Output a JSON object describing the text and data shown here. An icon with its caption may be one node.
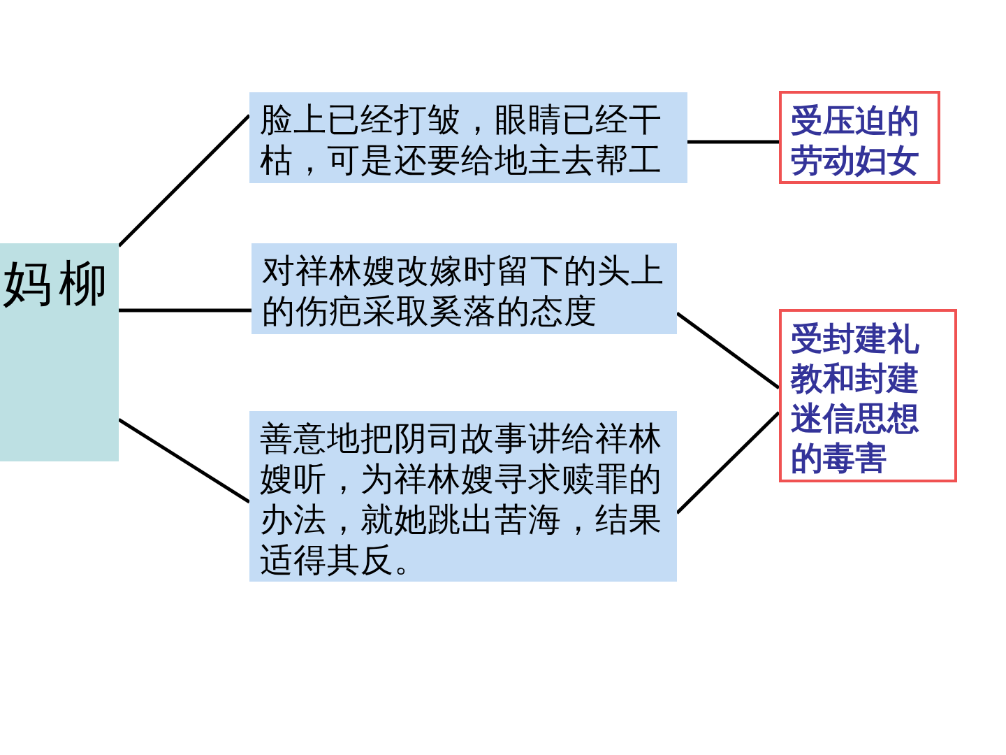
{
  "diagram": {
    "nodes": [
      {
        "text": [
          "妈柳"
        ]
      },
      {
        "text": [
          "脸上已经打皱，眼睛已经干枯，可是还要给地主去帮工"
        ]
      },
      {
        "text": [
          "对祥林嫂改嫁时留下的头上的伤疤采取奚落的态度"
        ]
      },
      {
        "text": [
          "善意地把阴司故事讲给祥林嫂听，为祥林嫂寻求赎罪的办法，就她跳出苦海，结果适得其反。"
        ]
      },
      {
        "text": [
          "受压迫的劳动妇女"
        ]
      },
      {
        "text": [
          "受封建礼教和封建迷信思想的毒害"
        ]
      }
    ],
    "edges": [
      {
        "from": 0,
        "to": 1,
        "arrow": "none"
      },
      {
        "from": 0,
        "to": 2,
        "arrow": "none"
      },
      {
        "from": 0,
        "to": 3,
        "arrow": "none"
      },
      {
        "from": 1,
        "to": 4,
        "arrow": "none"
      },
      {
        "from": 2,
        "to": 5,
        "arrow": "none"
      },
      {
        "from": 3,
        "to": 5,
        "arrow": "none"
      }
    ]
  }
}
